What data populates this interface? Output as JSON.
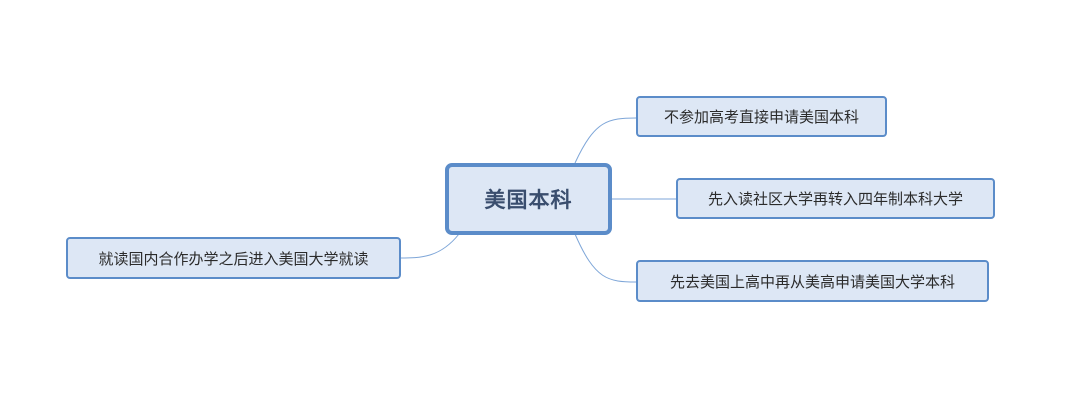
{
  "mindmap": {
    "root": {
      "label": "美国本科"
    },
    "branches": [
      {
        "label": "不参加高考直接申请美国本科"
      },
      {
        "label": "先入读社区大学再转入四年制本科大学"
      },
      {
        "label": "先去美国上高中再从美高申请美国大学本科"
      },
      {
        "label": "就读国内合作办学之后进入美国大学就读"
      }
    ]
  },
  "colors": {
    "node_fill": "#dde7f5",
    "node_border": "#5b8cc9",
    "connector": "#7ea6d8"
  }
}
